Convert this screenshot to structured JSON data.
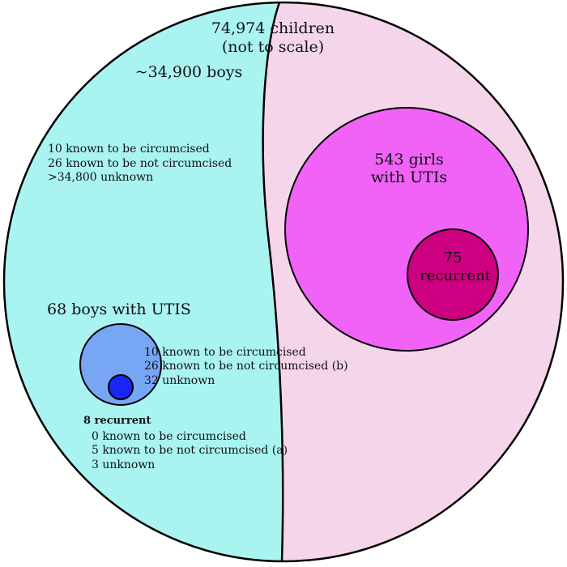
{
  "title": {
    "line1": "74,974 children",
    "line2": "(not to scale)"
  },
  "boys": {
    "label": "~34,900 boys",
    "stats": [
      "10 known to be circumcised",
      "26 known to be not circumcised",
      ">34,800 unknown"
    ]
  },
  "boys_uti": {
    "label": "68 boys with UTIS",
    "stats": [
      "10 known to be circumcised",
      "26 known to be not circumcised (b)",
      "32 unknown"
    ]
  },
  "boys_recurrent": {
    "label": "8 recurrent",
    "stats": [
      "0 known to be circumcised",
      "5 known to be not circumcised (a)",
      "3 unknown"
    ]
  },
  "girls_uti": {
    "line1": "543 girls",
    "line2": "with UTIs"
  },
  "girls_recurrent": {
    "line1": "75",
    "line2": "recurrent"
  },
  "colors": {
    "boys_region": "#a9f3f0",
    "girls_region": "#f5d5ea",
    "girls_uti": "#f063f6",
    "girls_recurrent": "#cc0080",
    "boys_uti": "#77a6f5",
    "boys_recurrent": "#1a26f5",
    "outline": "#000000"
  }
}
